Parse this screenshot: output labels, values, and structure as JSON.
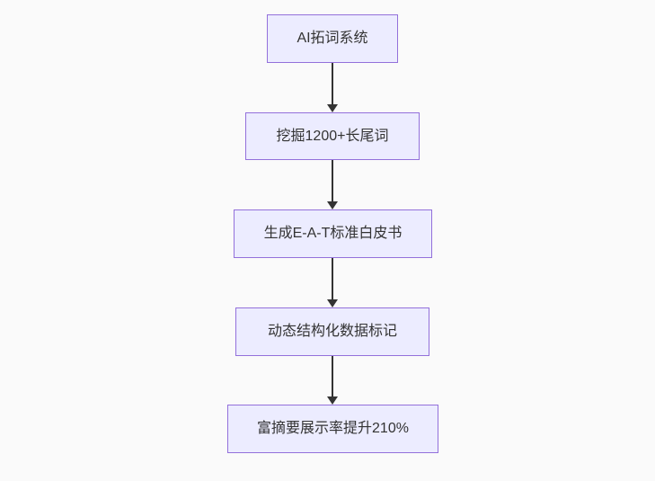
{
  "colors": {
    "background": "#fafafa",
    "node_fill": "#ececff",
    "node_border": "#9370db",
    "arrow_color": "#333333",
    "text_color": "#333333"
  },
  "flowchart": {
    "direction": "top-down",
    "nodes": [
      {
        "id": "node-1",
        "label": "AI拓词系统"
      },
      {
        "id": "node-2",
        "label": "挖掘1200+长尾词"
      },
      {
        "id": "node-3",
        "label": "生成E-A-T标准白皮书"
      },
      {
        "id": "node-4",
        "label": "动态结构化数据标记"
      },
      {
        "id": "node-5",
        "label": "富摘要展示率提升210%"
      }
    ],
    "edges": [
      {
        "from": "node-1",
        "to": "node-2"
      },
      {
        "from": "node-2",
        "to": "node-3"
      },
      {
        "from": "node-3",
        "to": "node-4"
      },
      {
        "from": "node-4",
        "to": "node-5"
      }
    ]
  }
}
